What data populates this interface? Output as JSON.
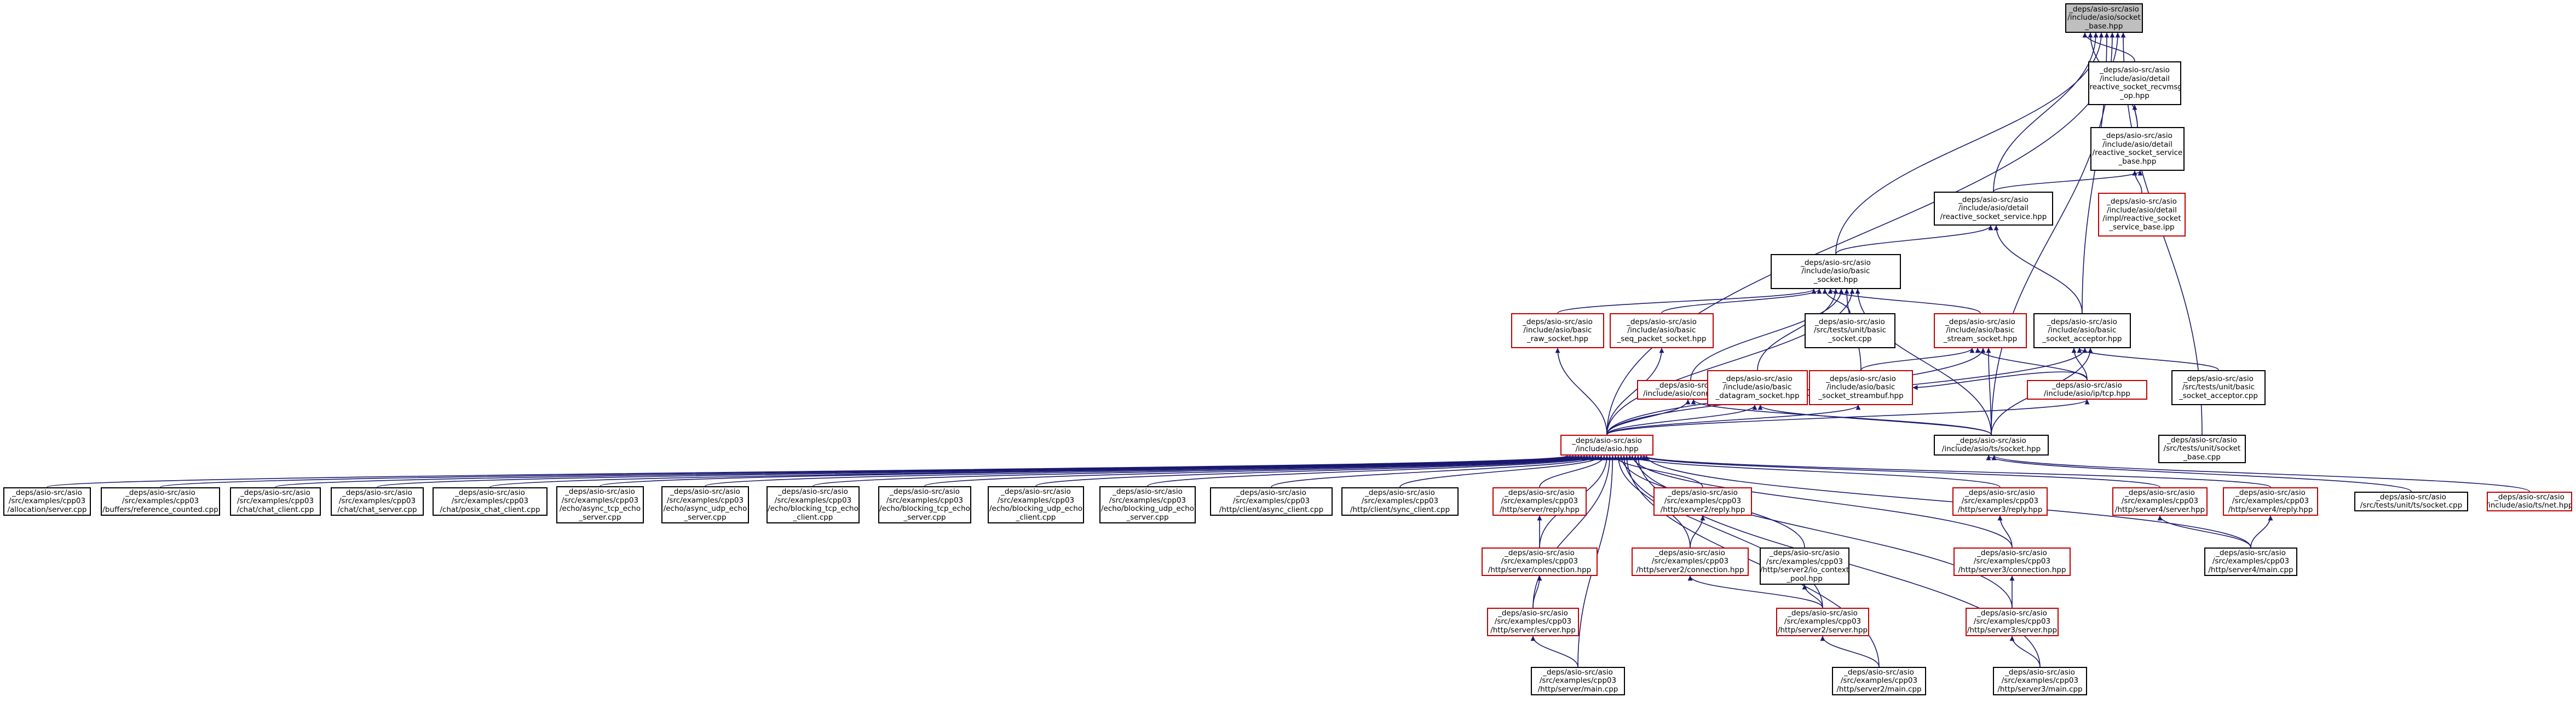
{
  "colors": {
    "edge": "#191970",
    "border_default": "#000000",
    "border_red": "#c00000",
    "root_fill": "#bfbfbf"
  },
  "nodes": [
    {
      "id": "root",
      "label": "_deps/asio-src/asio\n/include/asio/socket\n_base.hpp",
      "style": "root"
    },
    {
      "id": "recvmsg",
      "label": "_deps/asio-src/asio\n/include/asio/detail\n/reactive_socket_recvmsg\n_op.hpp",
      "style": "black"
    },
    {
      "id": "rssbase",
      "label": "_deps/asio-src/asio\n/include/asio/detail\n/reactive_socket_service\n_base.hpp",
      "style": "black"
    },
    {
      "id": "rssbaseipp",
      "label": "_deps/asio-src/asio\n/include/asio/detail\n/impl/reactive_socket\n_service_base.ipp",
      "style": "red"
    },
    {
      "id": "rss",
      "label": "_deps/asio-src/asio\n/include/asio/detail\n/reactive_socket_service.hpp",
      "style": "black"
    },
    {
      "id": "basicsocket",
      "label": "_deps/asio-src/asio\n/include/asio/basic\n_socket.hpp",
      "style": "black"
    },
    {
      "id": "rawsocket",
      "label": "_deps/asio-src/asio\n/include/asio/basic\n_raw_socket.hpp",
      "style": "red"
    },
    {
      "id": "seqpacket",
      "label": "_deps/asio-src/asio\n/include/asio/basic\n_seq_packet_socket.hpp",
      "style": "red"
    },
    {
      "id": "testbasicsocket",
      "label": "_deps/asio-src/asio\n/src/tests/unit/basic\n_socket.cpp",
      "style": "black"
    },
    {
      "id": "streamsocket",
      "label": "_deps/asio-src/asio\n/include/asio/basic\n_stream_socket.hpp",
      "style": "red"
    },
    {
      "id": "acceptor",
      "label": "_deps/asio-src/asio\n/include/asio/basic\n_socket_acceptor.hpp",
      "style": "black"
    },
    {
      "id": "connect",
      "label": "_deps/asio-src/asio\n/include/asio/connect.hpp",
      "style": "red"
    },
    {
      "id": "datagram",
      "label": "_deps/asio-src/asio\n/include/asio/basic\n_datagram_socket.hpp",
      "style": "red"
    },
    {
      "id": "streambuf",
      "label": "_deps/asio-src/asio\n/include/asio/basic\n_socket_streambuf.hpp",
      "style": "red"
    },
    {
      "id": "iptcp",
      "label": "_deps/asio-src/asio\n/include/asio/ip/tcp.hpp",
      "style": "red"
    },
    {
      "id": "testacceptor",
      "label": "_deps/asio-src/asio\n/src/tests/unit/basic\n_socket_acceptor.cpp",
      "style": "black"
    },
    {
      "id": "asiohpp",
      "label": "_deps/asio-src/asio\n/include/asio.hpp",
      "style": "red"
    },
    {
      "id": "tlssocket",
      "label": "_deps/asio-src/asio\n/include/asio/ts/socket.hpp",
      "style": "black"
    },
    {
      "id": "testsocketbase",
      "label": "_deps/asio-src/asio\n/src/tests/unit/socket\n_base.cpp",
      "style": "black"
    },
    {
      "id": "allocation",
      "label": "_deps/asio-src/asio\n/src/examples/cpp03\n/allocation/server.cpp",
      "style": "black"
    },
    {
      "id": "buffers",
      "label": "_deps/asio-src/asio\n/src/examples/cpp03\n/buffers/reference_counted.cpp",
      "style": "black"
    },
    {
      "id": "chatclient",
      "label": "_deps/asio-src/asio\n/src/examples/cpp03\n/chat/chat_client.cpp",
      "style": "black"
    },
    {
      "id": "chatserver",
      "label": "_deps/asio-src/asio\n/src/examples/cpp03\n/chat/chat_server.cpp",
      "style": "black"
    },
    {
      "id": "posixchat",
      "label": "_deps/asio-src/asio\n/src/examples/cpp03\n/chat/posix_chat_client.cpp",
      "style": "black"
    },
    {
      "id": "asynctcp",
      "label": "_deps/asio-src/asio\n/src/examples/cpp03\n/echo/async_tcp_echo\n_server.cpp",
      "style": "black"
    },
    {
      "id": "asyncudp",
      "label": "_deps/asio-src/asio\n/src/examples/cpp03\n/echo/async_udp_echo\n_server.cpp",
      "style": "black"
    },
    {
      "id": "blocktcpc",
      "label": "_deps/asio-src/asio\n/src/examples/cpp03\n/echo/blocking_tcp_echo\n_client.cpp",
      "style": "black"
    },
    {
      "id": "blocktcps",
      "label": "_deps/asio-src/asio\n/src/examples/cpp03\n/echo/blocking_tcp_echo\n_server.cpp",
      "style": "black"
    },
    {
      "id": "blockudpc",
      "label": "_deps/asio-src/asio\n/src/examples/cpp03\n/echo/blocking_udp_echo\n_client.cpp",
      "style": "black"
    },
    {
      "id": "blockudps",
      "label": "_deps/asio-src/asio\n/src/examples/cpp03\n/echo/blocking_udp_echo\n_server.cpp",
      "style": "black"
    },
    {
      "id": "httpasync",
      "label": "_deps/asio-src/asio\n/src/examples/cpp03\n/http/client/async_client.cpp",
      "style": "black"
    },
    {
      "id": "httpsync",
      "label": "_deps/asio-src/asio\n/src/examples/cpp03\n/http/client/sync_client.cpp",
      "style": "black"
    },
    {
      "id": "s1reply",
      "label": "_deps/asio-src/asio\n/src/examples/cpp03\n/http/server/reply.hpp",
      "style": "red"
    },
    {
      "id": "s2reply",
      "label": "_deps/asio-src/asio\n/src/examples/cpp03\n/http/server2/reply.hpp",
      "style": "red"
    },
    {
      "id": "iopool",
      "label": "_deps/asio-src/asio\n/src/examples/cpp03\n/http/server2/io_context\n_pool.hpp",
      "style": "black"
    },
    {
      "id": "s3reply",
      "label": "_deps/asio-src/asio\n/src/examples/cpp03\n/http/server3/reply.hpp",
      "style": "red"
    },
    {
      "id": "s4server",
      "label": "_deps/asio-src/asio\n/src/examples/cpp03\n/http/server4/server.hpp",
      "style": "red"
    },
    {
      "id": "s4reply",
      "label": "_deps/asio-src/asio\n/src/examples/cpp03\n/http/server4/reply.hpp",
      "style": "red"
    },
    {
      "id": "tstest",
      "label": "_deps/asio-src/asio\n/src/tests/unit/ts/socket.cpp",
      "style": "black"
    },
    {
      "id": "tsnet",
      "label": "_deps/asio-src/asio\n/include/asio/ts/net.hpp",
      "style": "red"
    },
    {
      "id": "s1conn",
      "label": "_deps/asio-src/asio\n/src/examples/cpp03\n/http/server/connection.hpp",
      "style": "red"
    },
    {
      "id": "s2conn",
      "label": "_deps/asio-src/asio\n/src/examples/cpp03\n/http/server2/connection.hpp",
      "style": "red"
    },
    {
      "id": "s3conn",
      "label": "_deps/asio-src/asio\n/src/examples/cpp03\n/http/server3/connection.hpp",
      "style": "red"
    },
    {
      "id": "s4main",
      "label": "_deps/asio-src/asio\n/src/examples/cpp03\n/http/server4/main.cpp",
      "style": "black"
    },
    {
      "id": "s1server",
      "label": "_deps/asio-src/asio\n/src/examples/cpp03\n/http/server/server.hpp",
      "style": "red"
    },
    {
      "id": "s2server",
      "label": "_deps/asio-src/asio\n/src/examples/cpp03\n/http/server2/server.hpp",
      "style": "red"
    },
    {
      "id": "s3server",
      "label": "_deps/asio-src/asio\n/src/examples/cpp03\n/http/server3/server.hpp",
      "style": "red"
    },
    {
      "id": "s1main",
      "label": "_deps/asio-src/asio\n/src/examples/cpp03\n/http/server/main.cpp",
      "style": "black"
    },
    {
      "id": "s2main",
      "label": "_deps/asio-src/asio\n/src/examples/cpp03\n/http/server2/main.cpp",
      "style": "black"
    },
    {
      "id": "s3main",
      "label": "_deps/asio-src/asio\n/src/examples/cpp03\n/http/server3/main.cpp",
      "style": "black"
    }
  ],
  "edges": [
    [
      "recvmsg",
      "root"
    ],
    [
      "rssbase",
      "root"
    ],
    [
      "rssbase",
      "recvmsg"
    ],
    [
      "rssbaseipp",
      "rssbase"
    ],
    [
      "rss",
      "rssbase"
    ],
    [
      "rss",
      "root"
    ],
    [
      "basicsocket",
      "rss"
    ],
    [
      "basicsocket",
      "root"
    ],
    [
      "acceptor",
      "rss"
    ],
    [
      "acceptor",
      "root"
    ],
    [
      "tlssocket",
      "root"
    ],
    [
      "asiohpp",
      "root"
    ],
    [
      "testsocketbase",
      "root"
    ],
    [
      "rawsocket",
      "basicsocket"
    ],
    [
      "seqpacket",
      "basicsocket"
    ],
    [
      "testbasicsocket",
      "basicsocket"
    ],
    [
      "streamsocket",
      "basicsocket"
    ],
    [
      "datagram",
      "basicsocket"
    ],
    [
      "connect",
      "basicsocket"
    ],
    [
      "streambuf",
      "basicsocket"
    ],
    [
      "asiohpp",
      "basicsocket"
    ],
    [
      "tlssocket",
      "basicsocket"
    ],
    [
      "asiohpp",
      "rawsocket"
    ],
    [
      "asiohpp",
      "seqpacket"
    ],
    [
      "streambuf",
      "streamsocket"
    ],
    [
      "iptcp",
      "streamsocket"
    ],
    [
      "asiohpp",
      "streamsocket"
    ],
    [
      "tlssocket",
      "streamsocket"
    ],
    [
      "iptcp",
      "acceptor"
    ],
    [
      "testacceptor",
      "acceptor"
    ],
    [
      "asiohpp",
      "acceptor"
    ],
    [
      "tlssocket",
      "acceptor"
    ],
    [
      "asiohpp",
      "connect"
    ],
    [
      "tlssocket",
      "connect"
    ],
    [
      "asiohpp",
      "datagram"
    ],
    [
      "tlssocket",
      "datagram"
    ],
    [
      "asiohpp",
      "streambuf"
    ],
    [
      "iptcp",
      "streambuf"
    ],
    [
      "asiohpp",
      "iptcp"
    ],
    [
      "allocation",
      "asiohpp"
    ],
    [
      "buffers",
      "asiohpp"
    ],
    [
      "chatclient",
      "asiohpp"
    ],
    [
      "chatserver",
      "asiohpp"
    ],
    [
      "posixchat",
      "asiohpp"
    ],
    [
      "asynctcp",
      "asiohpp"
    ],
    [
      "asyncudp",
      "asiohpp"
    ],
    [
      "blocktcpc",
      "asiohpp"
    ],
    [
      "blocktcps",
      "asiohpp"
    ],
    [
      "blockudpc",
      "asiohpp"
    ],
    [
      "blockudps",
      "asiohpp"
    ],
    [
      "httpasync",
      "asiohpp"
    ],
    [
      "httpsync",
      "asiohpp"
    ],
    [
      "s1reply",
      "asiohpp"
    ],
    [
      "s1conn",
      "asiohpp"
    ],
    [
      "s1server",
      "asiohpp"
    ],
    [
      "s1main",
      "asiohpp"
    ],
    [
      "s2reply",
      "asiohpp"
    ],
    [
      "s2conn",
      "asiohpp"
    ],
    [
      "iopool",
      "asiohpp"
    ],
    [
      "s2server",
      "asiohpp"
    ],
    [
      "s2main",
      "asiohpp"
    ],
    [
      "s3reply",
      "asiohpp"
    ],
    [
      "s3conn",
      "asiohpp"
    ],
    [
      "s3server",
      "asiohpp"
    ],
    [
      "s3main",
      "asiohpp"
    ],
    [
      "s4server",
      "asiohpp"
    ],
    [
      "s4reply",
      "asiohpp"
    ],
    [
      "s4main",
      "asiohpp"
    ],
    [
      "tstest",
      "tlssocket"
    ],
    [
      "tsnet",
      "tlssocket"
    ],
    [
      "s1conn",
      "s1reply"
    ],
    [
      "s1server",
      "s1conn"
    ],
    [
      "s1main",
      "s1server"
    ],
    [
      "s2conn",
      "s2reply"
    ],
    [
      "s2server",
      "s2conn"
    ],
    [
      "s2server",
      "iopool"
    ],
    [
      "s2main",
      "s2server"
    ],
    [
      "s3conn",
      "s3reply"
    ],
    [
      "s3server",
      "s3conn"
    ],
    [
      "s3main",
      "s3server"
    ],
    [
      "s4main",
      "s4server"
    ],
    [
      "s4main",
      "s4reply"
    ]
  ]
}
